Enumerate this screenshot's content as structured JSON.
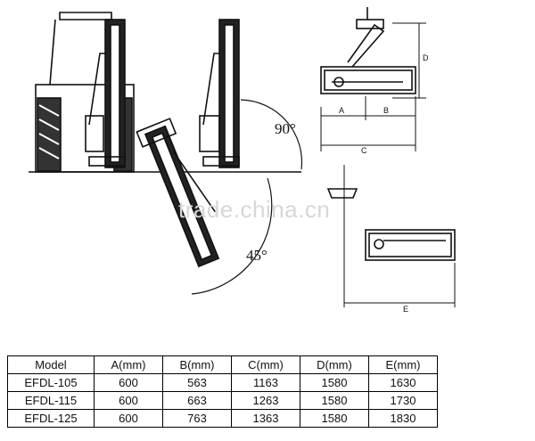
{
  "annotations": {
    "angle_90": "90°",
    "angle_45": "45°",
    "dim_a": "A",
    "dim_b": "B",
    "dim_c": "C",
    "dim_d": "D",
    "dim_e": "E"
  },
  "watermark": "trade.china.cn",
  "table": {
    "headers": [
      "Model",
      "A(mm)",
      "B(mm)",
      "C(mm)",
      "D(mm)",
      "E(mm)"
    ],
    "rows": [
      [
        "EFDL-105",
        "600",
        "563",
        "1163",
        "1580",
        "1630"
      ],
      [
        "EFDL-115",
        "600",
        "663",
        "1263",
        "1580",
        "1730"
      ],
      [
        "EFDL-125",
        "600",
        "763",
        "1363",
        "1580",
        "1830"
      ]
    ]
  }
}
